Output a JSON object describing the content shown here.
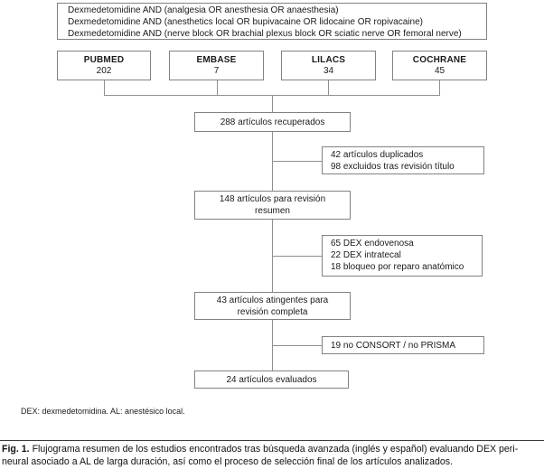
{
  "query_box": {
    "lines": [
      "Dexmedetomidine AND (analgesia OR anesthesia OR anaesthesia)",
      "Dexmedetomidine AND (anesthetics local OR bupivacaine OR lidocaine OR ropivacaine)",
      "Dexmedetomidine AND (nerve block OR brachial plexus block OR sciatic nerve OR femoral nerve)"
    ]
  },
  "databases": [
    {
      "name": "PUBMED",
      "count": "202"
    },
    {
      "name": "EMBASE",
      "count": "7"
    },
    {
      "name": "LILACS",
      "count": "34"
    },
    {
      "name": "COCHRANE",
      "count": "45"
    }
  ],
  "flow": {
    "retrieved": "288 artículos recuperados",
    "excluded_title": [
      "42 artículos duplicados",
      "98 excluidos tras revisión título"
    ],
    "abstract_review": [
      "148 artículos para revisión",
      "resumen"
    ],
    "excluded_type": [
      "65 DEX endovenosa",
      "22 DEX intratecal",
      "18 bloqueo por reparo anatómico"
    ],
    "full_review": [
      "43 artículos atingentes para",
      "revisión completa"
    ],
    "excluded_reporting": "19 no CONSORT / no PRISMA",
    "evaluated": "24 artículos evaluados"
  },
  "note": "DEX: dexmedetomidina. AL: anestésico local.",
  "caption": {
    "label": "Fig. 1.",
    "line1": "Flujograma resumen de los estudios encontrados tras búsqueda avanzada (inglés y español) evaluando DEX peri-",
    "line2": "neural asociado a AL de larga duración, así como el proceso de selección final de los artículos analizados."
  },
  "colors": {
    "box_border": "#828282",
    "connector": "#8f8f8f",
    "text": "#1a1a1a"
  }
}
